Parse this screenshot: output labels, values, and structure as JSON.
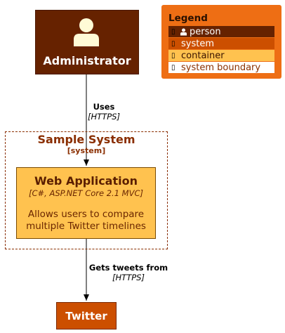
{
  "colors": {
    "person": "#662200",
    "system": "#cc4f00",
    "container": "#ffc24f",
    "boundary": "#8a2e00",
    "legend_bg": "#ee6e14"
  },
  "person": {
    "label": "Administrator",
    "icon": "person-icon"
  },
  "legend": {
    "title": "Legend",
    "items": [
      {
        "label": "person",
        "icon": "person-icon"
      },
      {
        "label": "system"
      },
      {
        "label": "container"
      },
      {
        "label": "system boundary"
      }
    ]
  },
  "boundary": {
    "title": "Sample System",
    "type": "[system]"
  },
  "container": {
    "title": "Web Application",
    "tech": "[C#, ASP.NET Core 2.1 MVC]",
    "description": "Allows users to compare multiple Twitter timelines"
  },
  "external_system": {
    "label": "Twitter"
  },
  "relations": [
    {
      "label": "Uses",
      "tech": "[HTTPS]"
    },
    {
      "label": "Gets tweets from",
      "tech": "[HTTPS]"
    }
  ]
}
